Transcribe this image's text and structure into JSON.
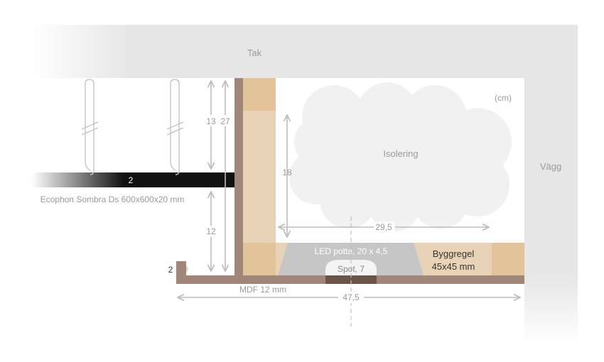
{
  "labels": {
    "ceiling": "Tak",
    "wall": "Vägg",
    "unit": "(cm)",
    "insulation": "Isolering",
    "panel_thickness": "2",
    "panel_name": "Ecophon Sombra Ds 600x600x20 mm",
    "dim_13": "13",
    "dim_27": "27",
    "dim_12": "12",
    "dim_18": "18",
    "dim_29_5": "29,5",
    "led_box": "LED potta, 20 x 4,5",
    "spot": "Spot, 7",
    "stud_line1": "Byggregel",
    "stud_line2": "45x45 mm",
    "lip_thickness": "2",
    "mdf": "MDF 12 mm",
    "dim_47_5": "47,5"
  },
  "colors": {
    "ceiling": "#e6e6e6",
    "wall": "#e6e6e6",
    "mdf": "#a0877a",
    "stud": "#e9d3b6",
    "stud_dark": "#e3c49a",
    "panel": "#111111",
    "led": "#c6c6c6",
    "spot": "#6b5548",
    "dimension": "#bdbdbd",
    "text": "#9a9a9a",
    "cloud": "#f1f1f1"
  }
}
